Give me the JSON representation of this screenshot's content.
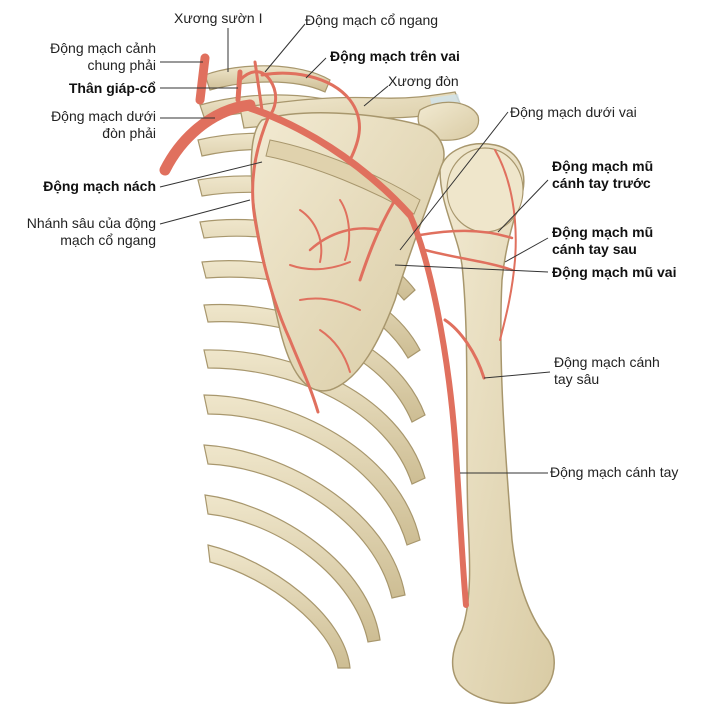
{
  "labels": {
    "xuong_suon_1": "Xương sườn I",
    "dm_co_ngang": "Động mạch cổ ngang",
    "dm_canh_chung_phai": [
      "Động mạch cảnh",
      "chung phải"
    ],
    "than_giap_co": "Thân giáp-cổ",
    "dm_tren_vai": "Động mạch trên vai",
    "xuong_don": "Xương đòn",
    "dm_duoi_don_phai": [
      "Động mạch dưới",
      "đòn phải"
    ],
    "dm_duoi_vai": "Động mạch dưới vai",
    "dm_mu_canh_tay_truoc": [
      "Động mạch mũ",
      "cánh tay trước"
    ],
    "dm_nach": "Động mạch nách",
    "nhanh_sau_dm_co_ngang": [
      "Nhánh sâu của động",
      "mạch cổ ngang"
    ],
    "dm_mu_canh_tay_sau": [
      "Động mạch mũ",
      "cánh tay sau"
    ],
    "dm_mu_vai": "Động mạch mũ vai",
    "dm_canh_tay_sau": [
      "Động mạch cánh",
      "tay sâu"
    ],
    "dm_canh_tay": "Động mạch cánh tay"
  },
  "colors": {
    "bone": "#e9dfc2",
    "bone_shadow": "#c9b98f",
    "bone_outline": "#a8976d",
    "artery": "#e0705e",
    "artery_dark": "#b94a3c",
    "leader": "#333333",
    "cartilage": "#cfe3ee"
  }
}
